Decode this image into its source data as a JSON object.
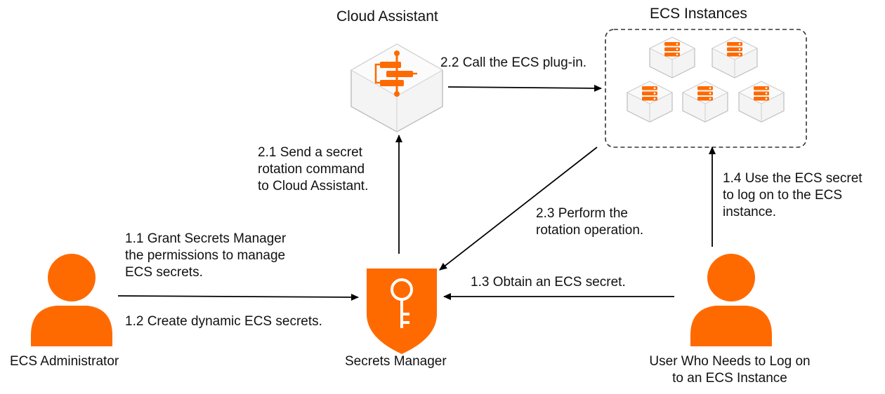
{
  "diagram": {
    "titles": {
      "cloud_assistant": "Cloud Assistant",
      "ecs_instances": "ECS Instances"
    },
    "actors": {
      "admin": "ECS Administrator",
      "secrets_manager": "Secrets Manager",
      "user_line1": "User Who Needs to Log on",
      "user_line2": "to an ECS Instance"
    },
    "steps": {
      "s1_1_line1": "1.1 Grant Secrets Manager",
      "s1_1_line2": "the permissions to manage",
      "s1_1_line3": "ECS secrets.",
      "s1_2": "1.2 Create dynamic ECS secrets.",
      "s1_3": "1.3 Obtain an ECS secret.",
      "s1_4_line1": "1.4 Use the ECS secret",
      "s1_4_line2": "to log on to the ECS",
      "s1_4_line3": "instance.",
      "s2_1_line1": "2.1 Send a secret",
      "s2_1_line2": "rotation command",
      "s2_1_line3": "to Cloud Assistant.",
      "s2_2": "2.2 Call the ECS plug-in.",
      "s2_3_line1": "2.3 Perform the",
      "s2_3_line2": "rotation operation."
    },
    "icons": {
      "admin": "person-icon",
      "user": "person-icon",
      "secrets_manager": "key-shield-icon",
      "cloud_assistant": "cloud-assistant-cube-icon",
      "servers": "server-cube-icon"
    },
    "colors": {
      "accent": "#FF6A00",
      "arrow": "#000000",
      "cube_face": "#F2F2F2",
      "cube_edge": "#BDBDBD",
      "dashed_border": "#333333"
    }
  }
}
